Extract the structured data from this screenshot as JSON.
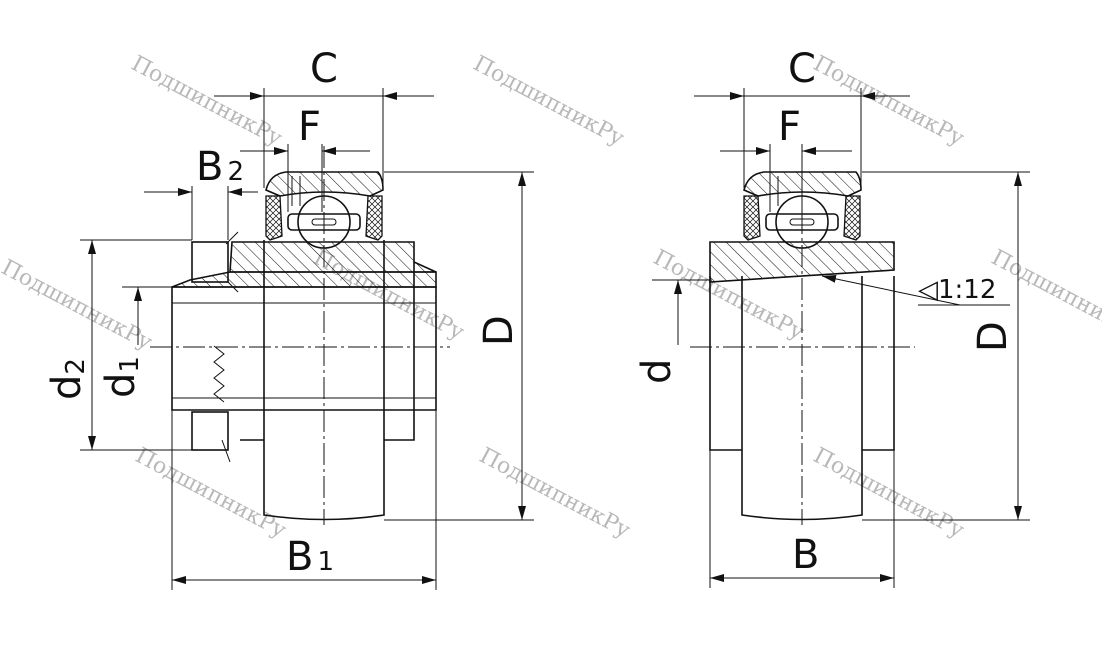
{
  "watermark_text": "ПодшипникРу",
  "left_view": {
    "labels": {
      "C": "C",
      "F": "F",
      "B": "B",
      "B_sub": "2",
      "d2": "d",
      "d2_sub": "2",
      "d1": "d",
      "d1_sub": "1",
      "D": "D",
      "B1": "B",
      "B1_sub": "1"
    }
  },
  "right_view": {
    "labels": {
      "C": "C",
      "F": "F",
      "d": "d",
      "D": "D",
      "B": "B",
      "taper": "◁1:12"
    }
  }
}
